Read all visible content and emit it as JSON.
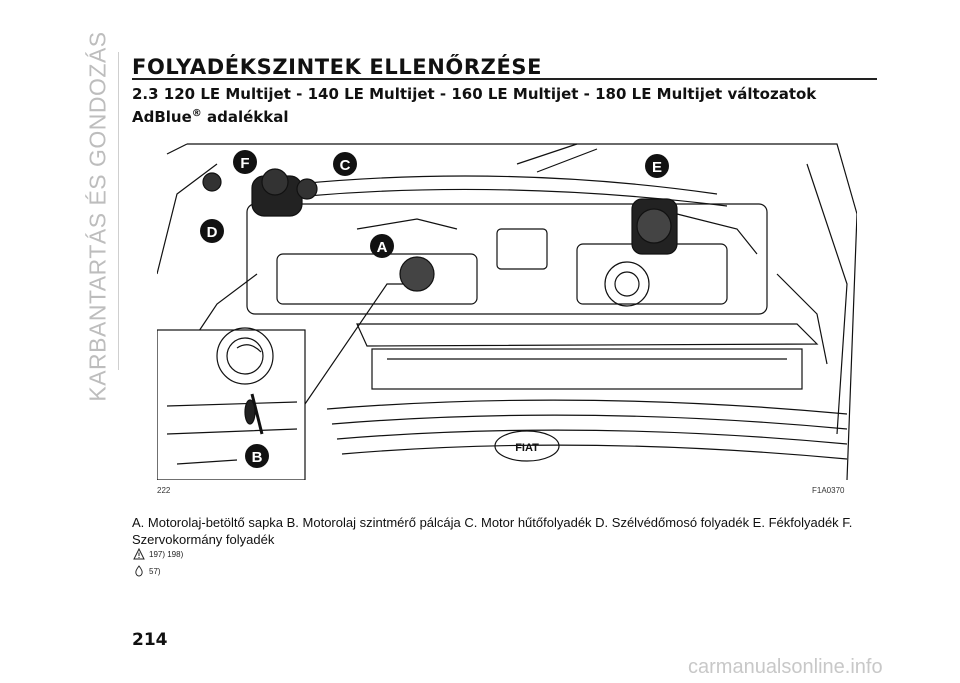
{
  "side_tab": {
    "text": "KARBANTARTÁS ÉS GONDOZÁS"
  },
  "section_title": "FOLYADÉKSZINTEK ELLENŐRZÉSE",
  "subtitle": {
    "line1": "2.3 120 LE Multijet - 140 LE Multijet - 160 LE Multijet - 180 LE Multijet változatok",
    "line2": "AdBlue",
    "reg": "®",
    "line2_tail": " adalékkal"
  },
  "figure": {
    "number": "222",
    "code": "F1A0370",
    "callouts": [
      "A",
      "B",
      "C",
      "D",
      "E",
      "F"
    ],
    "logo_text": "FIAT"
  },
  "caption": "A. Motorolaj-betöltő sapka B. Motorolaj szintmérő pálcája C. Motor hűtőfolyadék D. Szélvédőmosó folyadék E. Fékfolyadék F. Szervokormány folyadék",
  "refs": {
    "warning": "197) 198)",
    "environment": "57)"
  },
  "page_number": "214",
  "watermark": "carmanualsonline.info"
}
